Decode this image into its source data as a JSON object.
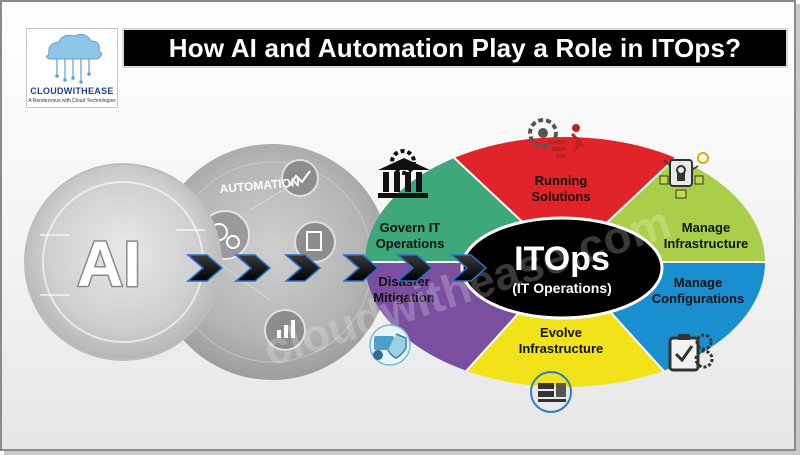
{
  "title": "How AI and Automation Play a Role in ITOps?",
  "logo": {
    "name": "CLOUDWITHEASE",
    "tagline": "A Rendezvous with Cloud Technologies"
  },
  "left": {
    "ai": "AI",
    "automation": "AUTOMATION"
  },
  "center": {
    "title": "ITOps",
    "subtitle": "(IT Operations)"
  },
  "segments": [
    {
      "line1": "Running",
      "line2": "Solutions",
      "color": "#e0242a"
    },
    {
      "line1": "Manage",
      "line2": "Infrastructure",
      "color": "#a9cf4a"
    },
    {
      "line1": "Manage",
      "line2": "Configurations",
      "color": "#1a8fd0"
    },
    {
      "line1": "Evolve",
      "line2": "Infrastructure",
      "color": "#f2e21a"
    },
    {
      "line1": "Disaster",
      "line2": "Mitigation",
      "color": "#7a4fa0"
    },
    {
      "line1": "Govern IT",
      "line2": "Operations",
      "color": "#3ea87a"
    }
  ],
  "watermark": "cloudwithease.com",
  "icons": [
    "gear-runner-icon",
    "circuit-lock-icon",
    "clipboard-gear-icon",
    "server-sync-icon",
    "shield-bug-icon",
    "bank-gear-icon",
    "chevron-arrow-icon"
  ]
}
